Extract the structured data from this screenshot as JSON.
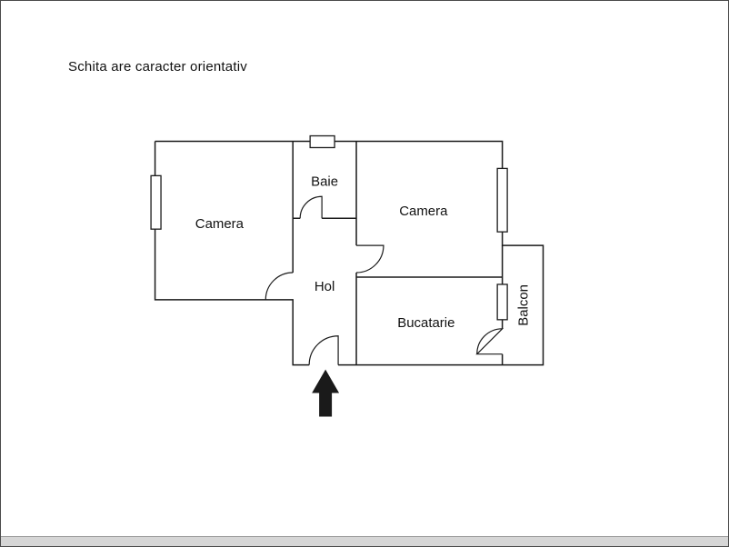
{
  "page": {
    "disclaimer": "Schita are caracter orientativ"
  },
  "rooms": {
    "camera_left": {
      "label": "Camera"
    },
    "baie": {
      "label": "Baie"
    },
    "camera_right": {
      "label": "Camera"
    },
    "hol": {
      "label": "Hol"
    },
    "bucatarie": {
      "label": "Bucatarie"
    },
    "balcon": {
      "label": "Balcon"
    }
  },
  "icons": {
    "entrance_arrow": "up-arrow"
  },
  "colors": {
    "wall": "#1a1a1a",
    "background": "#ffffff",
    "arrow": "#1a1a1a"
  }
}
